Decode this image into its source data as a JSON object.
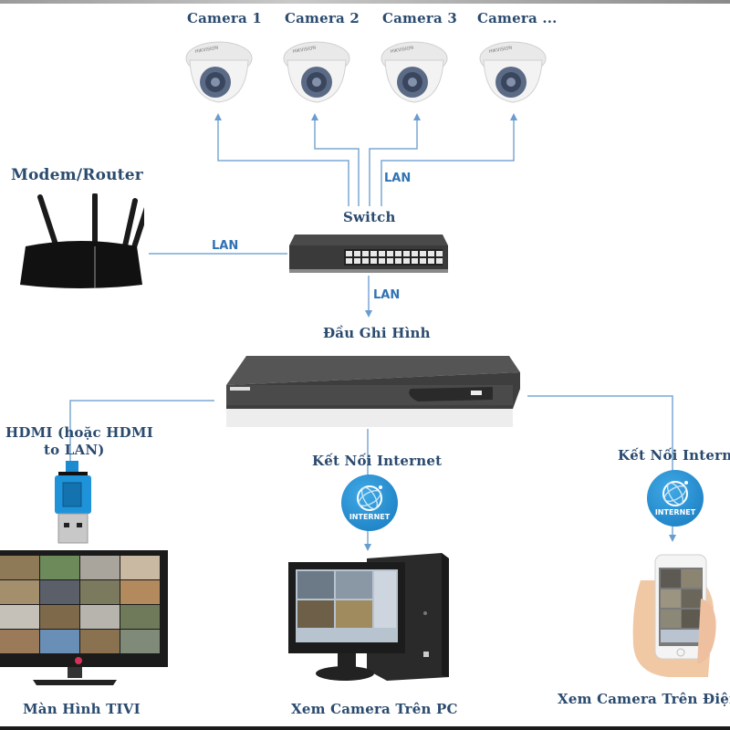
{
  "diagram": {
    "cameras": [
      {
        "label": "Camera 1"
      },
      {
        "label": "Camera 2"
      },
      {
        "label": "Camera 3"
      },
      {
        "label": "Camera ..."
      }
    ],
    "router": {
      "label": "Modem/Router"
    },
    "switch": {
      "label": "Switch"
    },
    "nvr": {
      "label": "Đầu Ghi Hình"
    },
    "links": {
      "router_switch": "LAN",
      "switch_cameras": "LAN",
      "switch_nvr": "LAN"
    },
    "hdmi": {
      "label_line1": "HDMI (hoặc HDMI",
      "label_line2": "to LAN)"
    },
    "internet_pc": {
      "label": "Kết Nối Internet",
      "badge": "INTERNET"
    },
    "internet_phone": {
      "label": "Kết Nối Interne",
      "badge": "INTERNET"
    },
    "outputs": {
      "tv": "Màn Hình TIVI",
      "pc": "Xem Camera Trên PC",
      "phone": "Xem Camera Trên Điện"
    },
    "colors": {
      "label": "#2a4a6e",
      "lan": "#2f72b5",
      "wire": "#6a9dcf",
      "internet": "#1f88cc"
    }
  }
}
